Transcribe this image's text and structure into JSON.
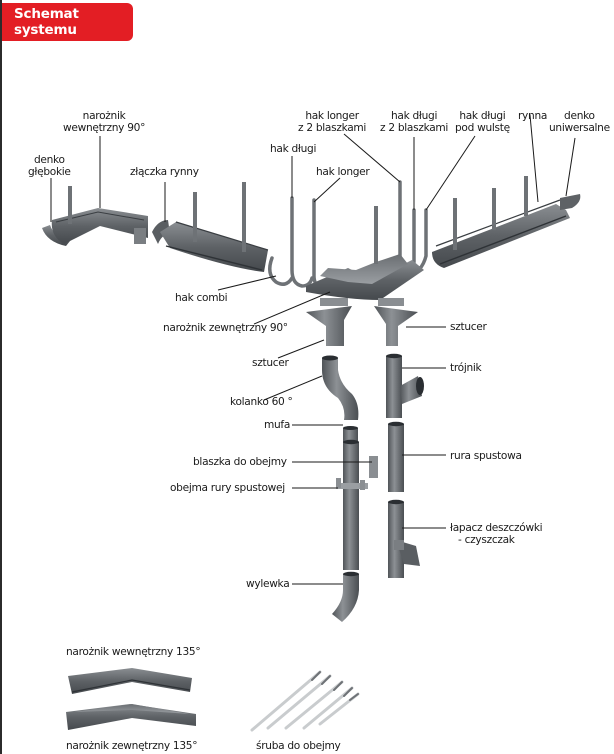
{
  "header": {
    "title": "Schemat systemu"
  },
  "colors": {
    "accent": "#e31e24",
    "metal": "#6e7276",
    "metal_dark": "#4a4e52",
    "metal_light": "#9a9ea2",
    "leader": "#1a1a1a"
  },
  "labels": {
    "denko_glebokie": [
      "denko",
      "głębokie"
    ],
    "naroznik_wew_90": [
      "narożnik",
      "wewnętrzny 90°"
    ],
    "zlaczka_rynny": "złączka rynny",
    "hak_dlugi": "hak długi",
    "hak_longer": "hak longer",
    "hak_longer_2": [
      "hak longer",
      "z  2 blaszkami"
    ],
    "hak_dlugi_2": [
      "hak długi",
      "z 2 blaszkami"
    ],
    "hak_dlugi_wulst": [
      "hak długi",
      "pod wulstę"
    ],
    "rynna": "rynna",
    "denko_uniwersalne": [
      "denko",
      "uniwersalne"
    ],
    "hak_combi": "hak combi",
    "naroznik_zew_90": "narożnik zewnętrzny 90°",
    "sztucer_left": "sztucer",
    "sztucer_right": "sztucer",
    "trojnik": "trójnik",
    "kolanko": "kolanko 60 °",
    "mufa": "mufa",
    "blaszka": "blaszka do obejmy",
    "obejma": "obejma rury spustowej",
    "rura": "rura spustowa",
    "lapacz": [
      "łapacz deszczówki",
      "- czyszczak"
    ],
    "wylewka": "wylewka",
    "naroznik_wew_135": "narożnik wewnętrzny 135°",
    "naroznik_zew_135": "narożnik zewnętrzny 135°",
    "sruba": "śruba do obejmy"
  }
}
